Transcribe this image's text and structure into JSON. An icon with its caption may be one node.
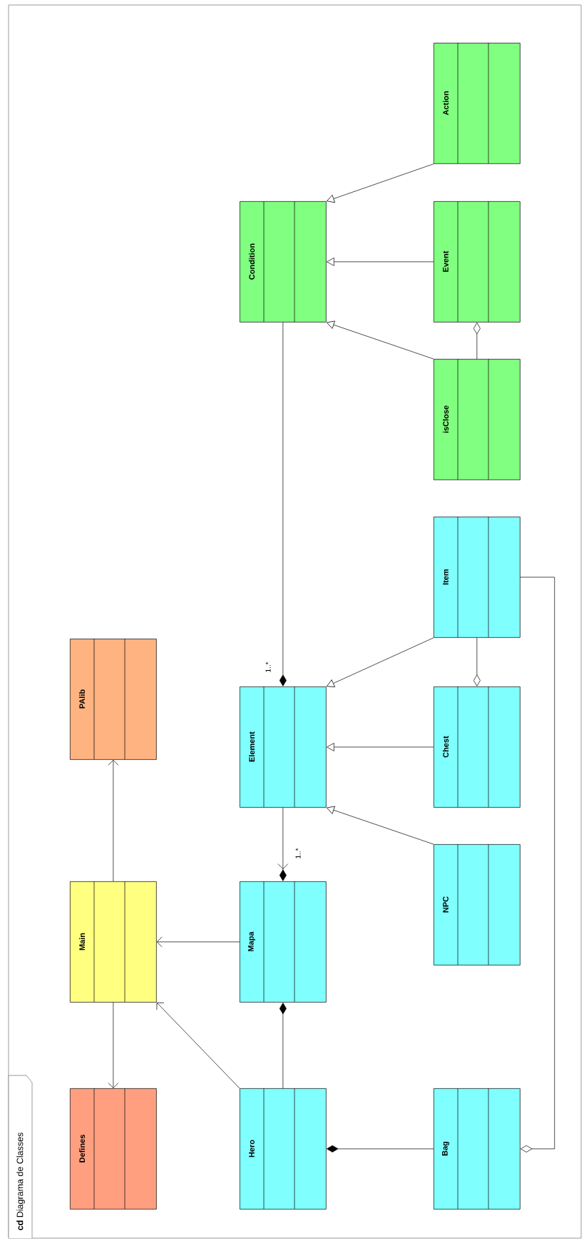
{
  "diagram": {
    "title": "**cd** Diagrama de Classes",
    "nodes": [
      {
        "text": [
          "Action"
        ]
      },
      {
        "text": [
          "Condition"
        ]
      },
      {
        "text": [
          "Event"
        ]
      },
      {
        "text": [
          "isClose"
        ]
      },
      {
        "text": [
          "Item"
        ]
      },
      {
        "text": [
          "Element"
        ]
      },
      {
        "text": [
          "Chest"
        ]
      },
      {
        "text": [
          "PAlib"
        ]
      },
      {
        "text": [
          "NPC"
        ]
      },
      {
        "text": [
          "Mapa"
        ]
      },
      {
        "text": [
          "Main"
        ]
      },
      {
        "text": [
          "Defines"
        ]
      },
      {
        "text": [
          "Hero"
        ]
      },
      {
        "text": [
          "Bag"
        ]
      }
    ],
    "edges": [
      {
        "from": 0,
        "to": 1,
        "arrow": "to"
      },
      {
        "from": 2,
        "to": 1,
        "arrow": "to"
      },
      {
        "from": 3,
        "to": 1,
        "arrow": "to"
      },
      {
        "from": 3,
        "to": 2,
        "arrow": "other"
      },
      {
        "from": 1,
        "to": 5,
        "arrow": "other",
        "label": "1..*"
      },
      {
        "from": 4,
        "to": 5,
        "arrow": "to"
      },
      {
        "from": 6,
        "to": 5,
        "arrow": "to"
      },
      {
        "from": 8,
        "to": 5,
        "arrow": "to"
      },
      {
        "from": 4,
        "to": 6,
        "arrow": "other"
      },
      {
        "from": 5,
        "to": 9,
        "arrow": "to",
        "label": "1..*"
      },
      {
        "from": 9,
        "to": 10,
        "arrow": "to"
      },
      {
        "from": 10,
        "to": 7,
        "arrow": "to"
      },
      {
        "from": 10,
        "to": 11,
        "arrow": "to"
      },
      {
        "from": 12,
        "to": 10,
        "arrow": "to"
      },
      {
        "from": 12,
        "to": 9,
        "arrow": "other"
      },
      {
        "from": 13,
        "to": 12,
        "arrow": "other"
      },
      {
        "from": 4,
        "to": 13,
        "arrow": "other"
      }
    ]
  }
}
